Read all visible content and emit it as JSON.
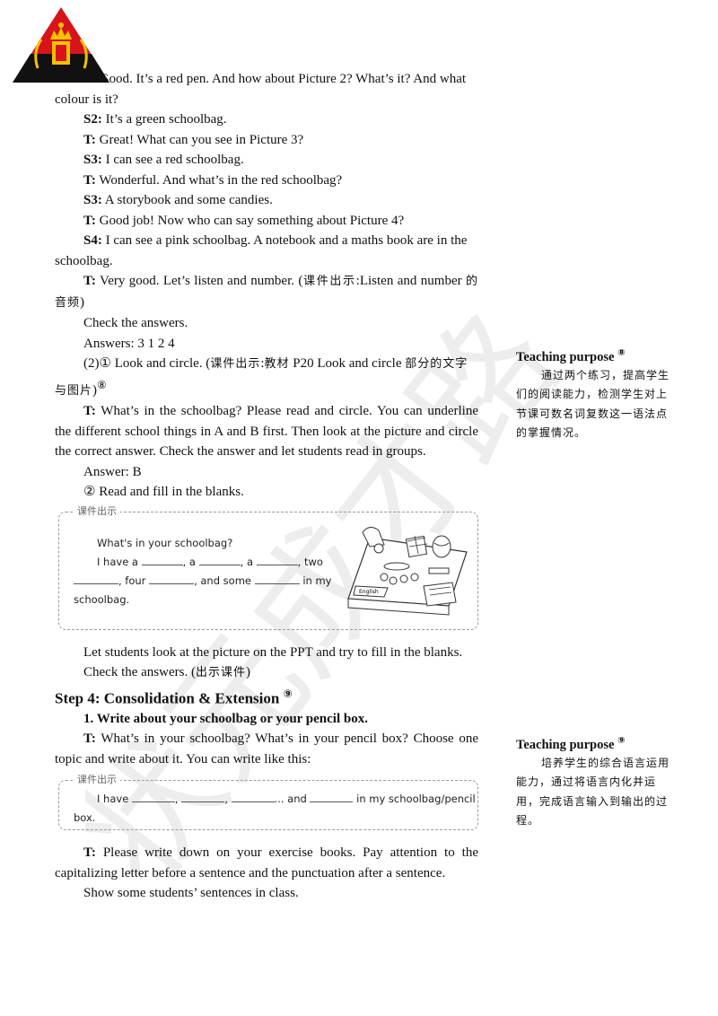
{
  "logo": {
    "icon": "crown-emblem-icon",
    "colors": {
      "red": "#d7141a",
      "black": "#111111",
      "gold": "#f2c200"
    }
  },
  "watermark": {
    "text": "状元成才路"
  },
  "dialogue": [
    {
      "speaker": "T:",
      "text": " Good. It’s a red pen. And how about Picture 2? What’s it? And what colour is it?"
    },
    {
      "speaker": "S2:",
      "text": " It’s a green schoolbag."
    },
    {
      "speaker": "T:",
      "text": " Great! What can you see in Picture 3?"
    },
    {
      "speaker": "S3:",
      "text": " I can see a red schoolbag."
    },
    {
      "speaker": "T:",
      "text": " Wonderful. And what’s in the red schoolbag?"
    },
    {
      "speaker": "S3:",
      "text": " A storybook and some candies."
    },
    {
      "speaker": "T:",
      "text": " Good job! Now who can say something about Picture 4?"
    },
    {
      "speaker": "S4:",
      "text": " I can see a pink schoolbag. A notebook and a maths book are in the schoolbag."
    }
  ],
  "listen": {
    "speaker": "T:",
    "text_en": " Very good. Let’s listen and number. (",
    "text_cn": "课件出示",
    "text_en2": ":Listen and number ",
    "text_cn2": "的音频",
    "close": ")"
  },
  "check_answers": "Check the answers.",
  "answers": "Answers: 3 1 2 4",
  "look_circle": {
    "pre": "(2)① Look and circle. (",
    "cn1": "课件出示",
    "mid": ":",
    "cn2": "教材",
    "en": " P20 Look and circle ",
    "cn3": "部分的文字与图片",
    "close": ")",
    "note": "⑧"
  },
  "look_circle_teacher": {
    "speaker": "T:",
    "text": " What’s in the schoolbag? Please read and circle. You can underline the different school things in A and B first. Then look at the picture and circle the correct answer. Check the answer and let students read in groups."
  },
  "answer_b": "Answer: B",
  "read_fill": "② Read and fill in the blanks.",
  "box1": {
    "tag": "课件出示",
    "title": "What's in your schoolbag?",
    "l1a": "I have a",
    "l1b": ", a",
    "l1c": ", a",
    "l1d": ", two",
    "l2a": ", four",
    "l2b": ", and some",
    "l2c": "in my",
    "l3": "schoolbag.",
    "picture_icon": "schoolbag-contents-icon",
    "picture_label": "English"
  },
  "let_students": "Let students look at the picture on the PPT and try to fill in the blanks.",
  "check2": {
    "text": "Check the answers. (",
    "cn": "出示课件",
    "close": ")"
  },
  "step4": {
    "title": "Step 4: Consolidation & Extension",
    "note": "⑨"
  },
  "write_title": "1. Write about your schoolbag or your pencil box.",
  "write_teacher": {
    "speaker": "T:",
    "text": " What’s in your schoolbag? What’s in your pencil box? Choose one topic and write about it. You can write like this:"
  },
  "box2": {
    "tag": "课件出示",
    "t1": "I have",
    "t2": ",",
    "t3": ",",
    "t4": "... and",
    "t5": "in my schoolbag/pencil",
    "t6": "box."
  },
  "write_down": {
    "speaker": "T:",
    "text": " Please write down on your exercise books. Pay attention to the capitalizing letter before a sentence and the punctuation after a sentence."
  },
  "show": "Show some students’ sentences in class.",
  "side": [
    {
      "title": "Teaching purpose",
      "note": "⑧",
      "body": "通过两个练习，提高学生们的阅读能力，检测学生对上节课可数名词复数这一语法点的掌握情况。"
    },
    {
      "title": "Teaching purpose",
      "note": "⑨",
      "body": "培养学生的综合语言运用能力，通过将语言内化并运用，完成语言输入到输出的过程。"
    }
  ]
}
